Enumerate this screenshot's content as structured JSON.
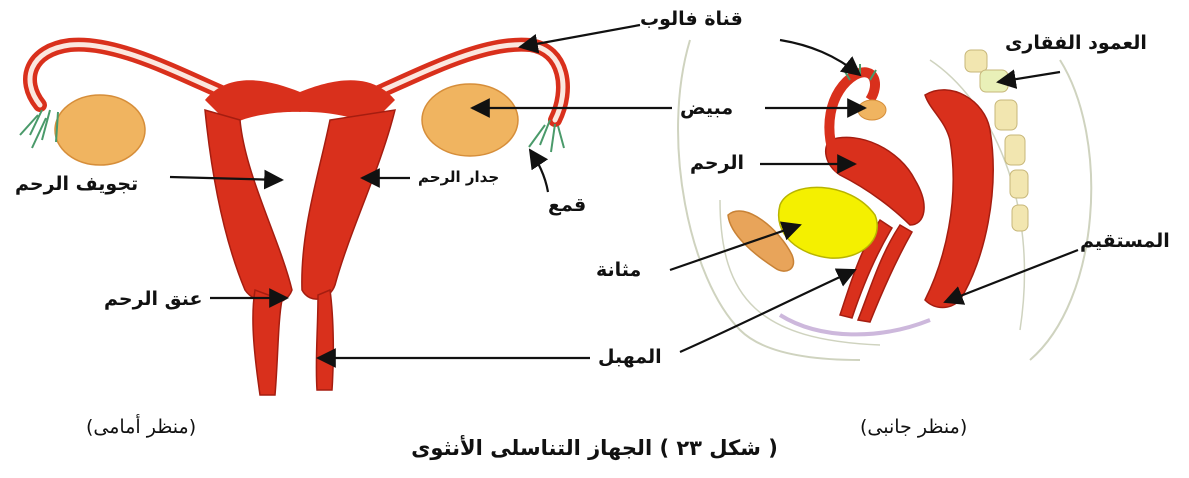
{
  "colors": {
    "uterus_red": "#d9301c",
    "uterus_dark": "#a51d10",
    "ovary": "#f0b460",
    "bladder": "#f4f000",
    "fimbriae": "#4a9a6a",
    "spine": "#f2e6b0",
    "outline": "#d8d8c8",
    "arrow": "#111111"
  },
  "front_view": {
    "label_fallopian_tube": "قناة فالوب",
    "label_ovary": "مبيض",
    "label_uterine_cavity": "تجويف الرحم",
    "label_uterine_wall": "جدار الرحم",
    "label_fimbriae": "قمع",
    "label_cervix": "عنق الرحم",
    "label_vagina": "المهبل",
    "view_name": "(منظر أمامى)"
  },
  "side_view": {
    "label_spine": "العمود الفقارى",
    "label_uterus": "الرحم",
    "label_bladder": "مثانة",
    "label_rectum": "المستقيم",
    "view_name": "(منظر جانبى)"
  },
  "caption": "( شكل ٢٣ ) الجهاز التناسلى الأنثوى"
}
